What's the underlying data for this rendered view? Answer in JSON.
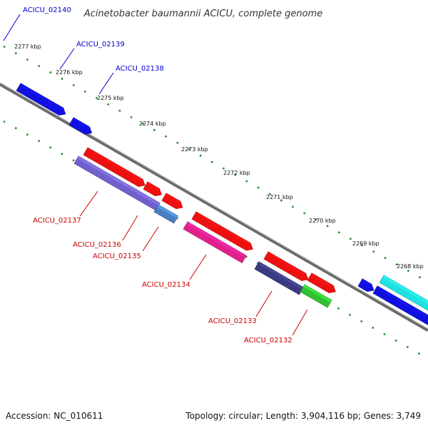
{
  "title": "Acinetobacter baumannii ACICU, complete genome",
  "accession": "Accession: NC_010611",
  "topology": "Topology: circular; Length: 3,904,116 bp; Genes: 3,749",
  "colors": {
    "backbone": "#7a7a7a",
    "tick": "#1f8a1f",
    "forward_label": "#0000cc",
    "reverse_label": "#cc0000"
  },
  "scale_ticks": [
    "2277 kbp",
    "2276 kbp",
    "2275 kbp",
    "2274 kbp",
    "2273 kbp",
    "2272 kbp",
    "2271 kbp",
    "2270 kbp",
    "2269 kbp",
    "2268 kbp"
  ],
  "genes": [
    {
      "label": "ACICU_02140",
      "strand": "forward",
      "color": "#1010e0"
    },
    {
      "label": "ACICU_02139",
      "strand": "forward",
      "color": "#1010e0"
    },
    {
      "label": "ACICU_02138",
      "strand": "forward",
      "color": "#1010e0"
    },
    {
      "label": "ACICU_02137",
      "strand": "reverse",
      "color": "#ee1010"
    },
    {
      "label": "ACICU_02136",
      "strand": "reverse",
      "color": "#ee1010"
    },
    {
      "label": "ACICU_02135",
      "strand": "reverse",
      "color": "#ee1010"
    },
    {
      "label": "ACICU_02134",
      "strand": "reverse",
      "color": "#ee1010"
    },
    {
      "label": "ACICU_02133",
      "strand": "reverse",
      "color": "#ee1010"
    },
    {
      "label": "ACICU_02132",
      "strand": "reverse",
      "color": "#ee1010"
    }
  ],
  "features": [
    {
      "name": "feature-red",
      "color": "#ee1010"
    },
    {
      "name": "feature-purple",
      "color": "#7060cc"
    },
    {
      "name": "feature-steelblue",
      "color": "#4a7fbf"
    },
    {
      "name": "feature-pink",
      "color": "#e0208c"
    },
    {
      "name": "feature-navy",
      "color": "#3a3a80"
    },
    {
      "name": "feature-green",
      "color": "#30c030"
    },
    {
      "name": "feature-cyan",
      "color": "#20e0e0"
    },
    {
      "name": "feature-blue",
      "color": "#1010e0"
    }
  ]
}
